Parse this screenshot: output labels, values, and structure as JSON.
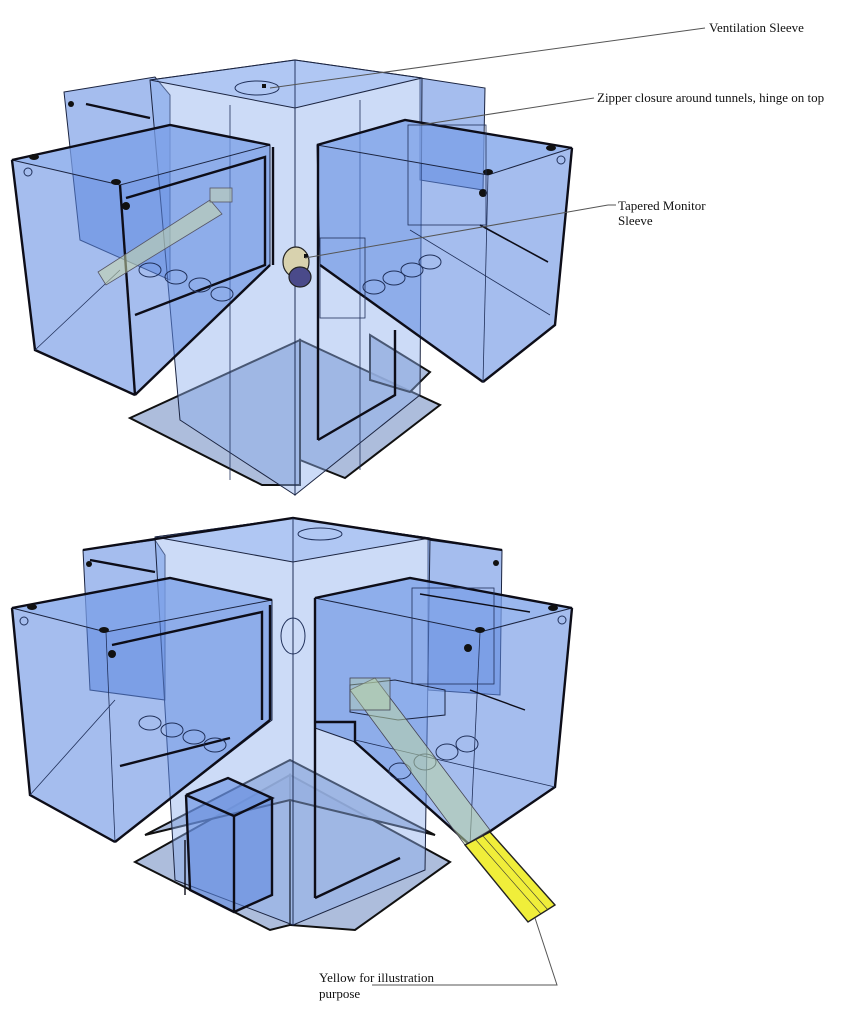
{
  "diagram": {
    "views": [
      {
        "id": "top",
        "description": "Enclosure view with tapered monitor sleeve on central tower"
      },
      {
        "id": "bottom",
        "description": "Enclosure view with yellow illustration tunnel extending from right arm"
      }
    ],
    "colors": {
      "panel_fill": "#5b86e0",
      "panel_light": "#a9c0ee",
      "floor_fill": "#9fb1d6",
      "edge": "#111111",
      "sleeve": "#d8d2ae",
      "sleeve_inner": "#4a4a8a",
      "yellow_tunnel": "#f0ee3a",
      "leader_line": "#555555"
    }
  },
  "labels": {
    "ventilation": "Ventilation Sleeve",
    "zipper": "Zipper closure around tunnels, hinge on top",
    "tapered_line1": "Tapered Monitor",
    "tapered_line2": "Sleeve",
    "yellow_line1": "Yellow for illustration",
    "yellow_line2": "purpose"
  }
}
